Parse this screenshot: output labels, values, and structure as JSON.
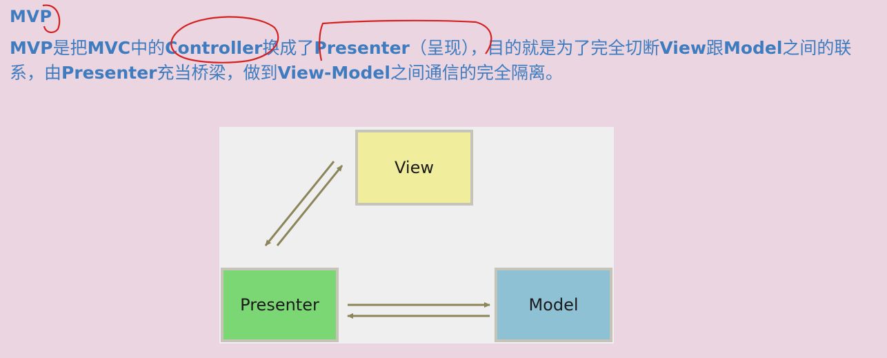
{
  "heading": "MVP",
  "paragraph": {
    "segments": [
      {
        "text": "MVP",
        "bold": true
      },
      {
        "text": "是把",
        "bold": false
      },
      {
        "text": "MVC",
        "bold": true
      },
      {
        "text": "中的",
        "bold": false
      },
      {
        "text": "Controller",
        "bold": true
      },
      {
        "text": "换成了",
        "bold": false
      },
      {
        "text": "Presenter",
        "bold": true
      },
      {
        "text": "（呈现），目的就是为了完全切断",
        "bold": false
      },
      {
        "text": "View",
        "bold": true
      },
      {
        "text": "跟",
        "bold": false
      },
      {
        "text": "Model",
        "bold": true
      },
      {
        "text": "之间的联系，由",
        "bold": false
      },
      {
        "text": "Presenter",
        "bold": true
      },
      {
        "text": "充当桥梁，做到",
        "bold": false
      },
      {
        "text": "View-Model",
        "bold": true
      },
      {
        "text": "之间通信的完全隔离。",
        "bold": false
      }
    ]
  },
  "diagram": {
    "view_label": "View",
    "presenter_label": "Presenter",
    "model_label": "Model"
  },
  "colors": {
    "background": "#ead5e0",
    "text_blue": "#3f7cbf",
    "view_fill": "#f0ee9c",
    "presenter_fill": "#7bd674",
    "model_fill": "#8ec1d4",
    "arrow": "#8b8559",
    "annotation": "#d42020"
  }
}
